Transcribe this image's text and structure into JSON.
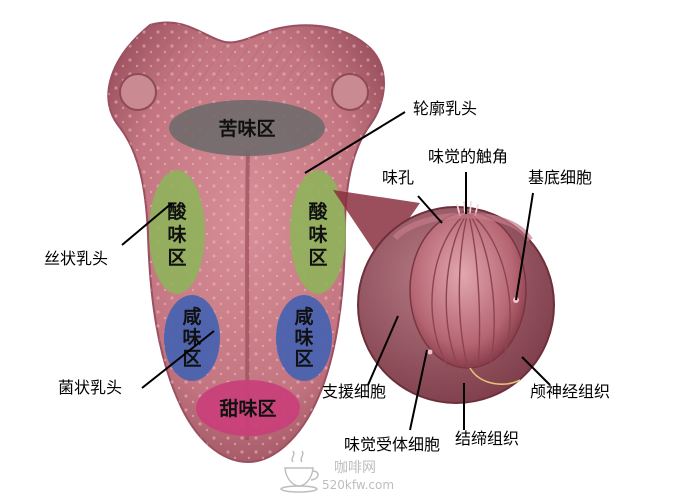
{
  "tongue": {
    "zones": {
      "bitter": "苦味区",
      "sour_left": [
        "酸",
        "味",
        "区"
      ],
      "sour_right": [
        "酸",
        "味",
        "区"
      ],
      "salty_left": [
        "咸",
        "味",
        "区"
      ],
      "salty_right": [
        "咸",
        "味",
        "区"
      ],
      "sweet": "甜味区"
    },
    "labels": {
      "circumvallate_papilla": "轮廓乳头",
      "filiform_papilla": "丝状乳头",
      "fungiform_papilla": "菌状乳头"
    }
  },
  "taste_bud": {
    "labels": {
      "taste_pore": "味孔",
      "taste_hair": "味觉的触角",
      "basal_cell": "基底细胞",
      "supporting_cell": "支援细胞",
      "receptor_cell": "味觉受体细胞",
      "connective_tissue": "结缔组织",
      "cranial_nerve": "颅神经组织"
    }
  },
  "watermark": {
    "site_name": "咖啡网",
    "url": "520kfw.com"
  },
  "colors": {
    "tongue": "#c87882",
    "tongue_dark": "#9c4d5a",
    "bitter_zone": "#6f6a6b",
    "sour_zone": "#8fb25a",
    "salty_zone": "#4a63b0",
    "sweet_zone": "#c9407a",
    "leader_line": "#000000"
  }
}
